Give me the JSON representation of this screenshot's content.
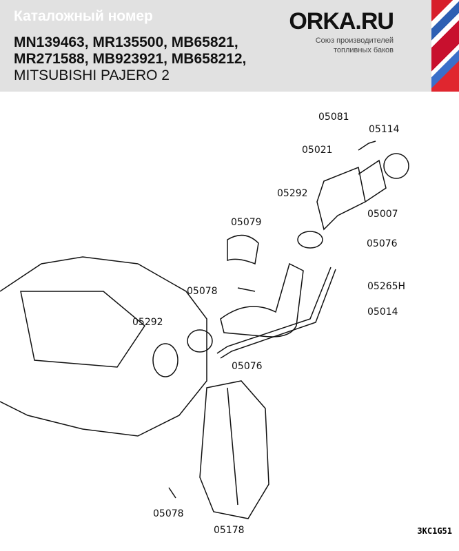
{
  "header": {
    "catalog_label": "Каталожный номер",
    "numbers_line1": "MN139463, MR135500, MB65821,",
    "numbers_line2": "MR271588, MB923921, MB658212,",
    "model": "MITSUBISHI PAJERO 2",
    "logo": "ORKA.RU",
    "tagline_line1": "Союз производителей",
    "tagline_line2": "топливных баков"
  },
  "diagram": {
    "labels": [
      "05081",
      "05114",
      "05021",
      "05292",
      "05007",
      "05079",
      "05076",
      "05078",
      "05265H",
      "05014",
      "05292",
      "05076",
      "05078",
      "05178"
    ],
    "drawing_code": "3KC1G51"
  }
}
